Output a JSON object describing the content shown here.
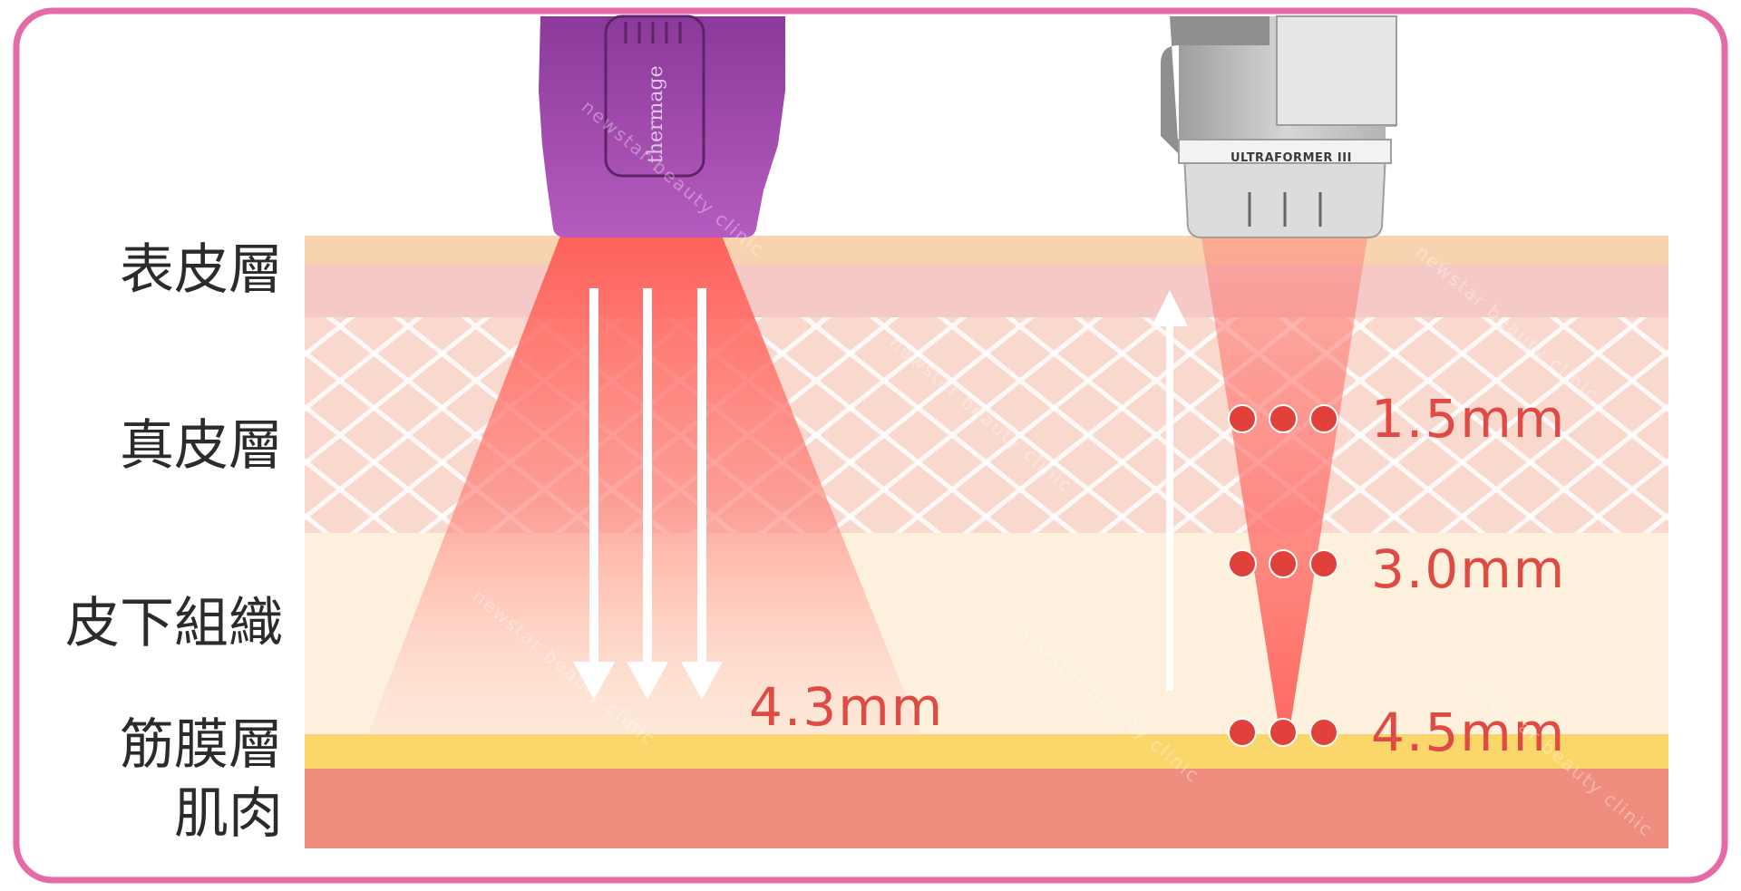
{
  "colors": {
    "frame": "#e56aa6",
    "epidermis_top": "#f8d3b0",
    "epidermis_band": "#f4c9c6",
    "dermis": "#f9d9cd",
    "subcutaneous": "#fdf0dc",
    "fascia": "#fbd66b",
    "muscle": "#ef8e7e",
    "beam_red": "#ff6b63",
    "handpiece_purple": "#9a45a6",
    "handpiece_grey": "#bdbdbd",
    "depth_dot": "#e0413b",
    "depth_text": "#e04a45"
  },
  "layers": [
    {
      "label": "表皮層"
    },
    {
      "label": "真皮層"
    },
    {
      "label": "皮下組織"
    },
    {
      "label": "筋膜層"
    },
    {
      "label": "肌肉"
    }
  ],
  "left_device": {
    "logo": "thermage",
    "icon": "purple-handpiece-icon",
    "depth_label": "4.3mm"
  },
  "right_device": {
    "brand": "ULTRAFORMER III",
    "icon": "grey-handpiece-icon",
    "depths": [
      "1.5mm",
      "3.0mm",
      "4.5mm"
    ]
  },
  "watermark": "newstar beauty clinic"
}
